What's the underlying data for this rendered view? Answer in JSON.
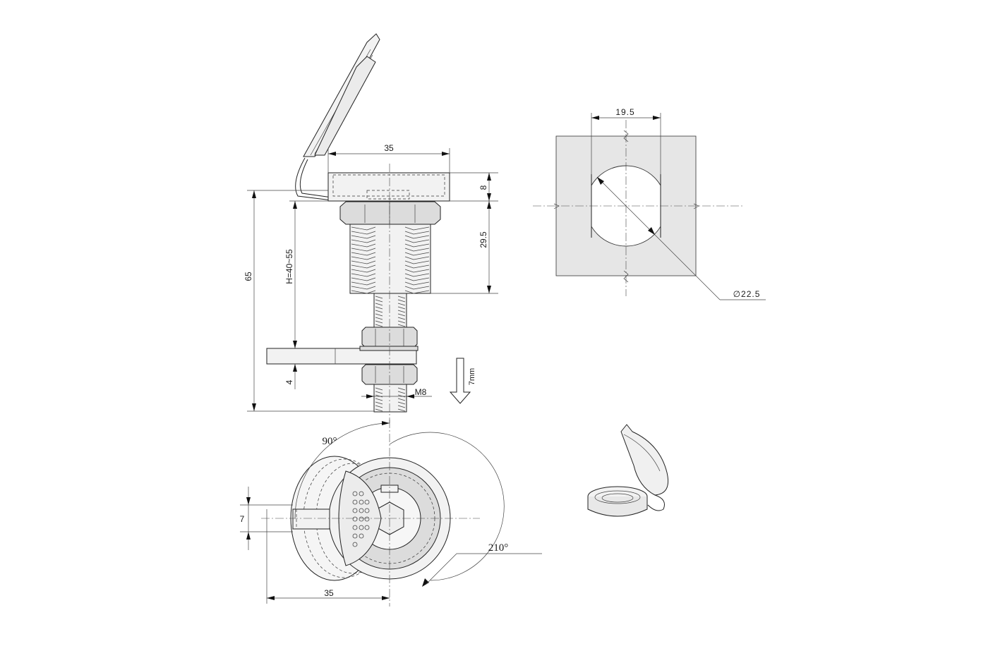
{
  "side_view": {
    "dim_width_top": "35",
    "dim_cap_height": "8",
    "dim_thread_length": "29.5",
    "dim_overall": "65",
    "dim_grip_range": "H=40~55",
    "dim_plate": "4",
    "dim_thread_size": "M8",
    "travel_label": "7mm"
  },
  "cutout_view": {
    "dim_flat_width": "19.5",
    "dim_hole_diameter": "∅22.5"
  },
  "front_view": {
    "angle_cover": "90°",
    "angle_rotation": "210°",
    "dim_lever": "7",
    "dim_width": "35"
  }
}
